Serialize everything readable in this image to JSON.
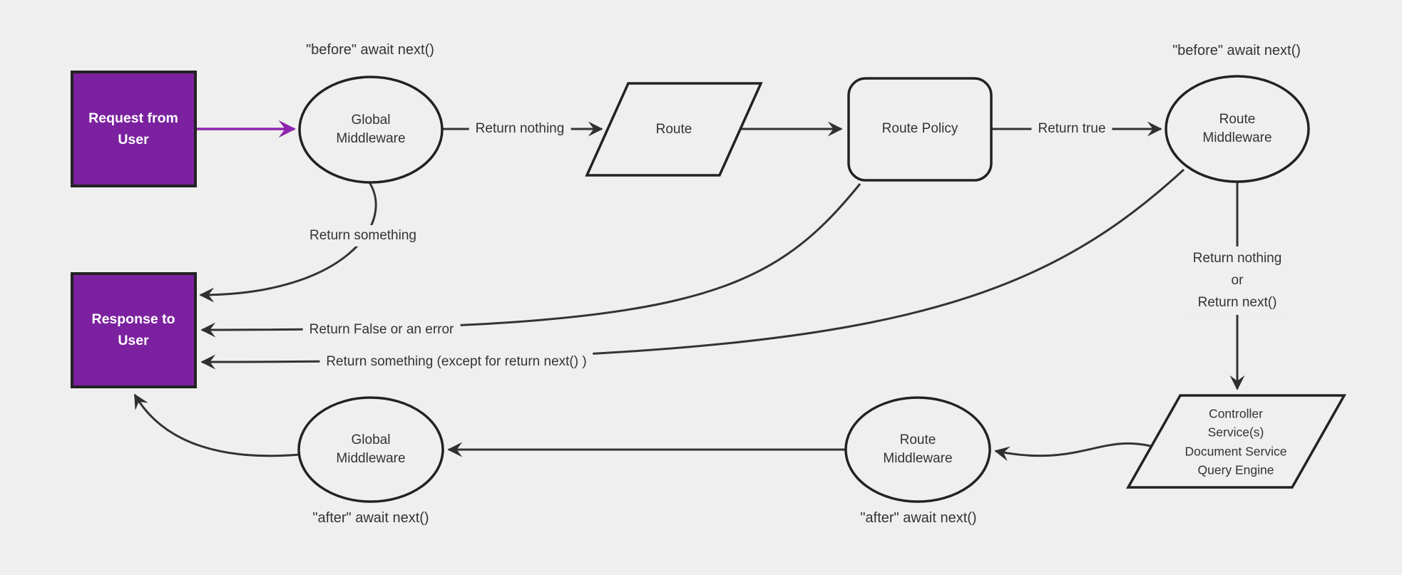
{
  "diagram": {
    "type": "flowchart",
    "background": "#efefef",
    "colors": {
      "box_fill": "#7b219f",
      "box_text": "#ffffff",
      "arrow_purple": "#8d25ae",
      "edge": "#333333",
      "shape_stroke": "#222222",
      "shape_fill": "#efefef",
      "text": "#333333"
    },
    "nodes": {
      "request": {
        "label": "Request from\nUser",
        "shape": "rect"
      },
      "global_middleware_top": {
        "label": "Global\nMiddleware",
        "shape": "ellipse"
      },
      "route": {
        "label": "Route",
        "shape": "parallelogram"
      },
      "route_policy": {
        "label": "Route Policy",
        "shape": "rounded-rect"
      },
      "route_middleware_top": {
        "label": "Route\nMiddleware",
        "shape": "ellipse"
      },
      "controller": {
        "label": "Controller\nService(s)\nDocument Service\nQuery Engine",
        "shape": "parallelogram"
      },
      "route_middleware_bottom": {
        "label": "Route\nMiddleware",
        "shape": "ellipse"
      },
      "global_middleware_bottom": {
        "label": "Global\nMiddleware",
        "shape": "ellipse"
      },
      "response": {
        "label": "Response to\nUser",
        "shape": "rect"
      }
    },
    "annotations": {
      "before_left": "\"before\" await next()",
      "before_right": "\"before\" await next()",
      "after_left": "\"after\" await next()",
      "after_right": "\"after\" await next()"
    },
    "edge_labels": {
      "return_nothing": "Return nothing",
      "return_true": "Return true",
      "return_nothing_or_next": "Return nothing\nor\nReturn next()",
      "return_something": "Return something",
      "return_false": "Return False or an error",
      "return_something_except": "Return something (except for return next() )"
    }
  }
}
